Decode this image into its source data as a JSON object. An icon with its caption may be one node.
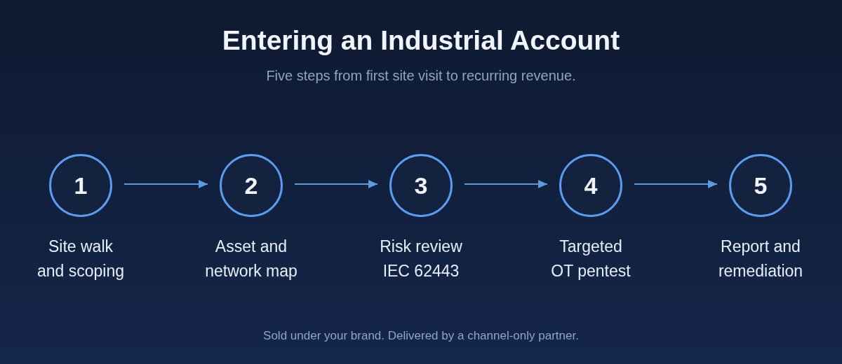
{
  "diagram": {
    "title": "Entering an Industrial Account",
    "caption": "Sold under your brand. Delivered by a channel-only partner.",
    "labels": [
      "Five steps from first site visit to recurring revenue."
    ],
    "nodes": [
      {
        "text": [
          "1"
        ],
        "beside": [
          "Site walk and scoping"
        ]
      },
      {
        "text": [
          "2"
        ],
        "beside": [
          "Asset and network map"
        ]
      },
      {
        "text": [
          "3"
        ],
        "beside": [
          "Risk review IEC 62443"
        ]
      },
      {
        "text": [
          "4"
        ],
        "beside": [
          "Targeted OT pentest"
        ]
      },
      {
        "text": [
          "5"
        ],
        "beside": [
          "Report and remediation"
        ]
      }
    ],
    "edges": [
      {
        "from": 0,
        "to": 1,
        "arrow": "to"
      },
      {
        "from": 1,
        "to": 2,
        "arrow": "to"
      },
      {
        "from": 2,
        "to": 3,
        "arrow": "to"
      },
      {
        "from": 3,
        "to": 4,
        "arrow": "to"
      }
    ]
  }
}
